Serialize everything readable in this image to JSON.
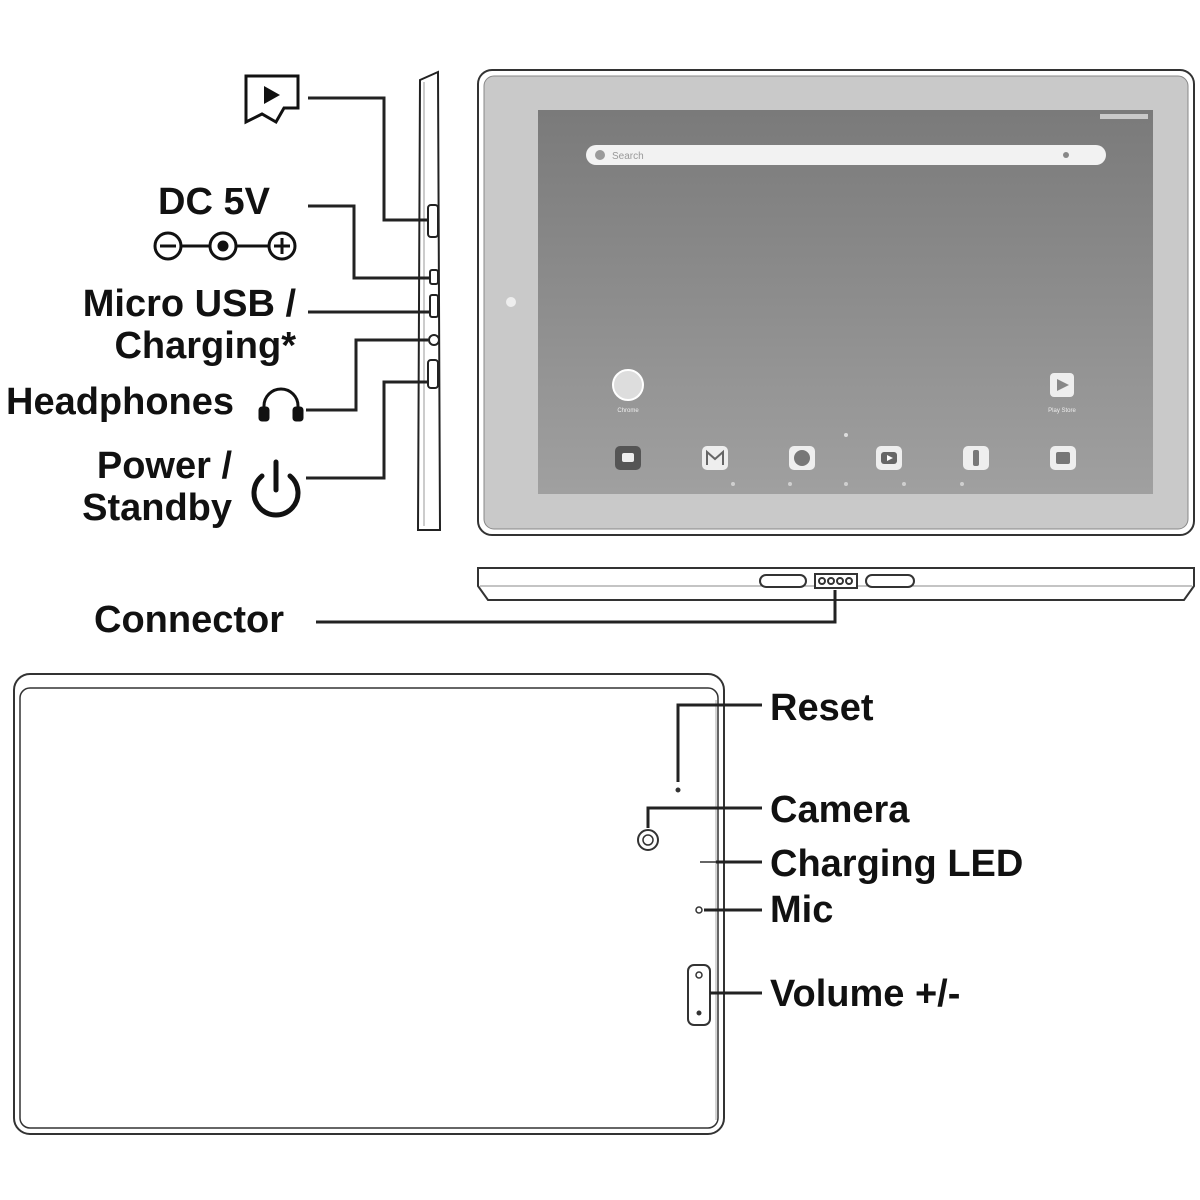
{
  "side_labels": {
    "dc": "DC 5V",
    "usb_line1": "Micro USB /",
    "usb_line2": "Charging*",
    "headphones": "Headphones",
    "power_line1": "Power /",
    "power_line2": "Standby"
  },
  "bottom_edge": {
    "connector": "Connector"
  },
  "back_labels": {
    "reset": "Reset",
    "camera": "Camera",
    "charging_led": "Charging LED",
    "mic": "Mic",
    "volume": "Volume +/-"
  },
  "screen": {
    "search_placeholder": "Search",
    "app_1": "Chrome",
    "app_2": "Play Store"
  },
  "icons": {
    "sd_card": "microsd-card-icon",
    "dc_polarity": "dc-polarity-icon",
    "headphones": "headphones-icon",
    "power": "power-icon"
  }
}
